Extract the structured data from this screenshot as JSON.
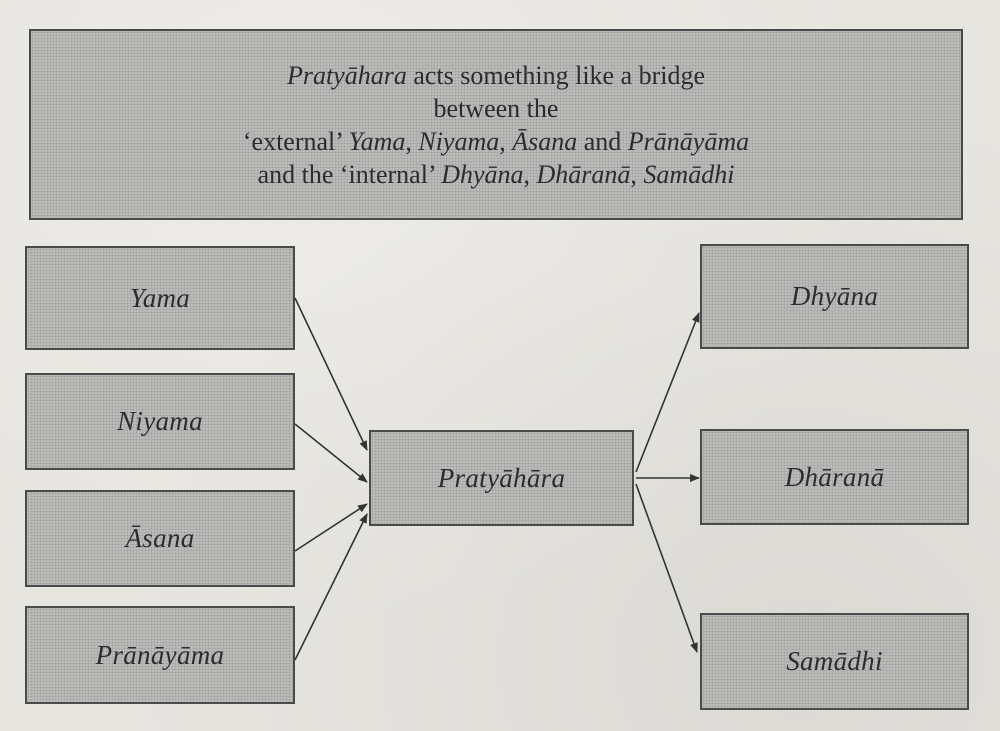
{
  "header": {
    "line1": {
      "italic": "Pratyāhara",
      "text": " acts something like a bridge"
    },
    "line2": "between the",
    "line3": {
      "a": "‘external’ ",
      "b": "Yama",
      "c": ", ",
      "d": "Niyama",
      "e": ", ",
      "f": "Āsana",
      "g": " and ",
      "h": "Prānāyāma"
    },
    "line4": {
      "a": "and the ‘internal’ ",
      "b": "Dhyāna",
      "c": ", ",
      "d": "Dhāranā",
      "e": ", ",
      "f": "Samādhi"
    }
  },
  "nodes": {
    "yama": "Yama",
    "niyama": "Niyama",
    "asana": "Āsana",
    "pranayama": "Prānāyāma",
    "pratyahara": "Pratyāhāra",
    "dhyana": "Dhyāna",
    "dharana": "Dhāranā",
    "samadhi": "Samādhi"
  },
  "edges": [
    {
      "from": "yama",
      "to": "pratyahara"
    },
    {
      "from": "niyama",
      "to": "pratyahara"
    },
    {
      "from": "asana",
      "to": "pratyahara"
    },
    {
      "from": "pranayama",
      "to": "pratyahara"
    },
    {
      "from": "pratyahara",
      "to": "dhyana"
    },
    {
      "from": "pratyahara",
      "to": "dharana"
    },
    {
      "from": "pratyahara",
      "to": "samadhi"
    }
  ],
  "colors": {
    "box_fill": "#bdbcba",
    "box_border": "#4a4a4a",
    "arrow": "#333333",
    "page": "#e7e5e0"
  }
}
